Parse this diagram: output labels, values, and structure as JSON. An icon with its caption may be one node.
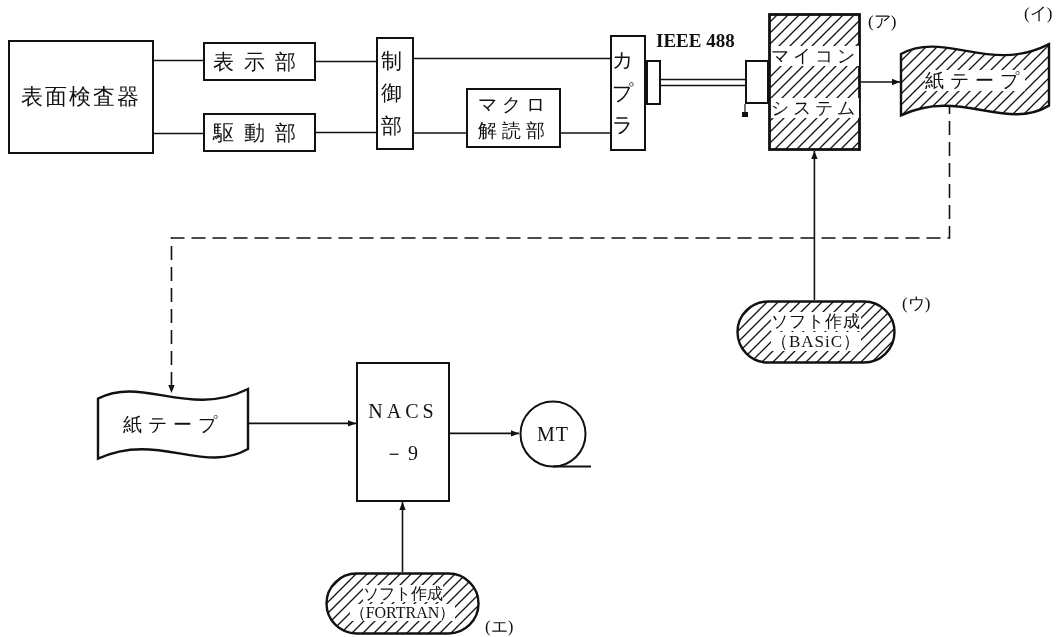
{
  "diagram": {
    "nodes": [
      {
        "text": [
          "表面検査器"
        ]
      },
      {
        "text": [
          "表示部"
        ]
      },
      {
        "text": [
          "駆動部"
        ]
      },
      {
        "text": [
          "制御部"
        ]
      },
      {
        "text": [
          "マクロ解読部"
        ]
      },
      {
        "text": [
          "カプラ"
        ]
      },
      {
        "text": [],
        "shape": "box"
      },
      {
        "text": [],
        "shape": "box"
      },
      {
        "text": [
          "マイコンシステム"
        ],
        "beside": [
          "(ア)"
        ]
      },
      {
        "text": [
          "紙テープ"
        ],
        "beside": [
          "(イ)"
        ]
      },
      {
        "text": [
          "ソフト作成（BASiC）"
        ],
        "beside": [
          "(ウ)"
        ]
      },
      {
        "text": [
          "紙テープ"
        ]
      },
      {
        "text": [
          "NACS －9"
        ]
      },
      {
        "text": [
          "MT"
        ]
      },
      {
        "text": [
          "ソフト作成（FORTRAN）"
        ],
        "beside": [
          "(エ)"
        ]
      }
    ],
    "edges": [
      {
        "from": 0,
        "to": 1,
        "arrow": "none"
      },
      {
        "from": 0,
        "to": 2,
        "arrow": "none"
      },
      {
        "from": 1,
        "to": 3,
        "arrow": "none"
      },
      {
        "from": 2,
        "to": 3,
        "arrow": "none"
      },
      {
        "from": 3,
        "to": 5,
        "arrow": "none"
      },
      {
        "from": 3,
        "to": 4,
        "arrow": "none"
      },
      {
        "from": 4,
        "to": 5,
        "arrow": "none"
      },
      {
        "from": 6,
        "to": 7,
        "arrow": "none",
        "label": "IEEE 488"
      },
      {
        "from": 8,
        "to": 9,
        "arrow": "to"
      },
      {
        "from": 10,
        "to": 8,
        "arrow": "to"
      },
      {
        "from": 9,
        "to": 11,
        "arrow": "to",
        "style": "dashed"
      },
      {
        "from": 11,
        "to": 12,
        "arrow": "to"
      },
      {
        "from": 12,
        "to": 13,
        "arrow": "to"
      },
      {
        "from": 14,
        "to": 12,
        "arrow": "to"
      }
    ]
  }
}
